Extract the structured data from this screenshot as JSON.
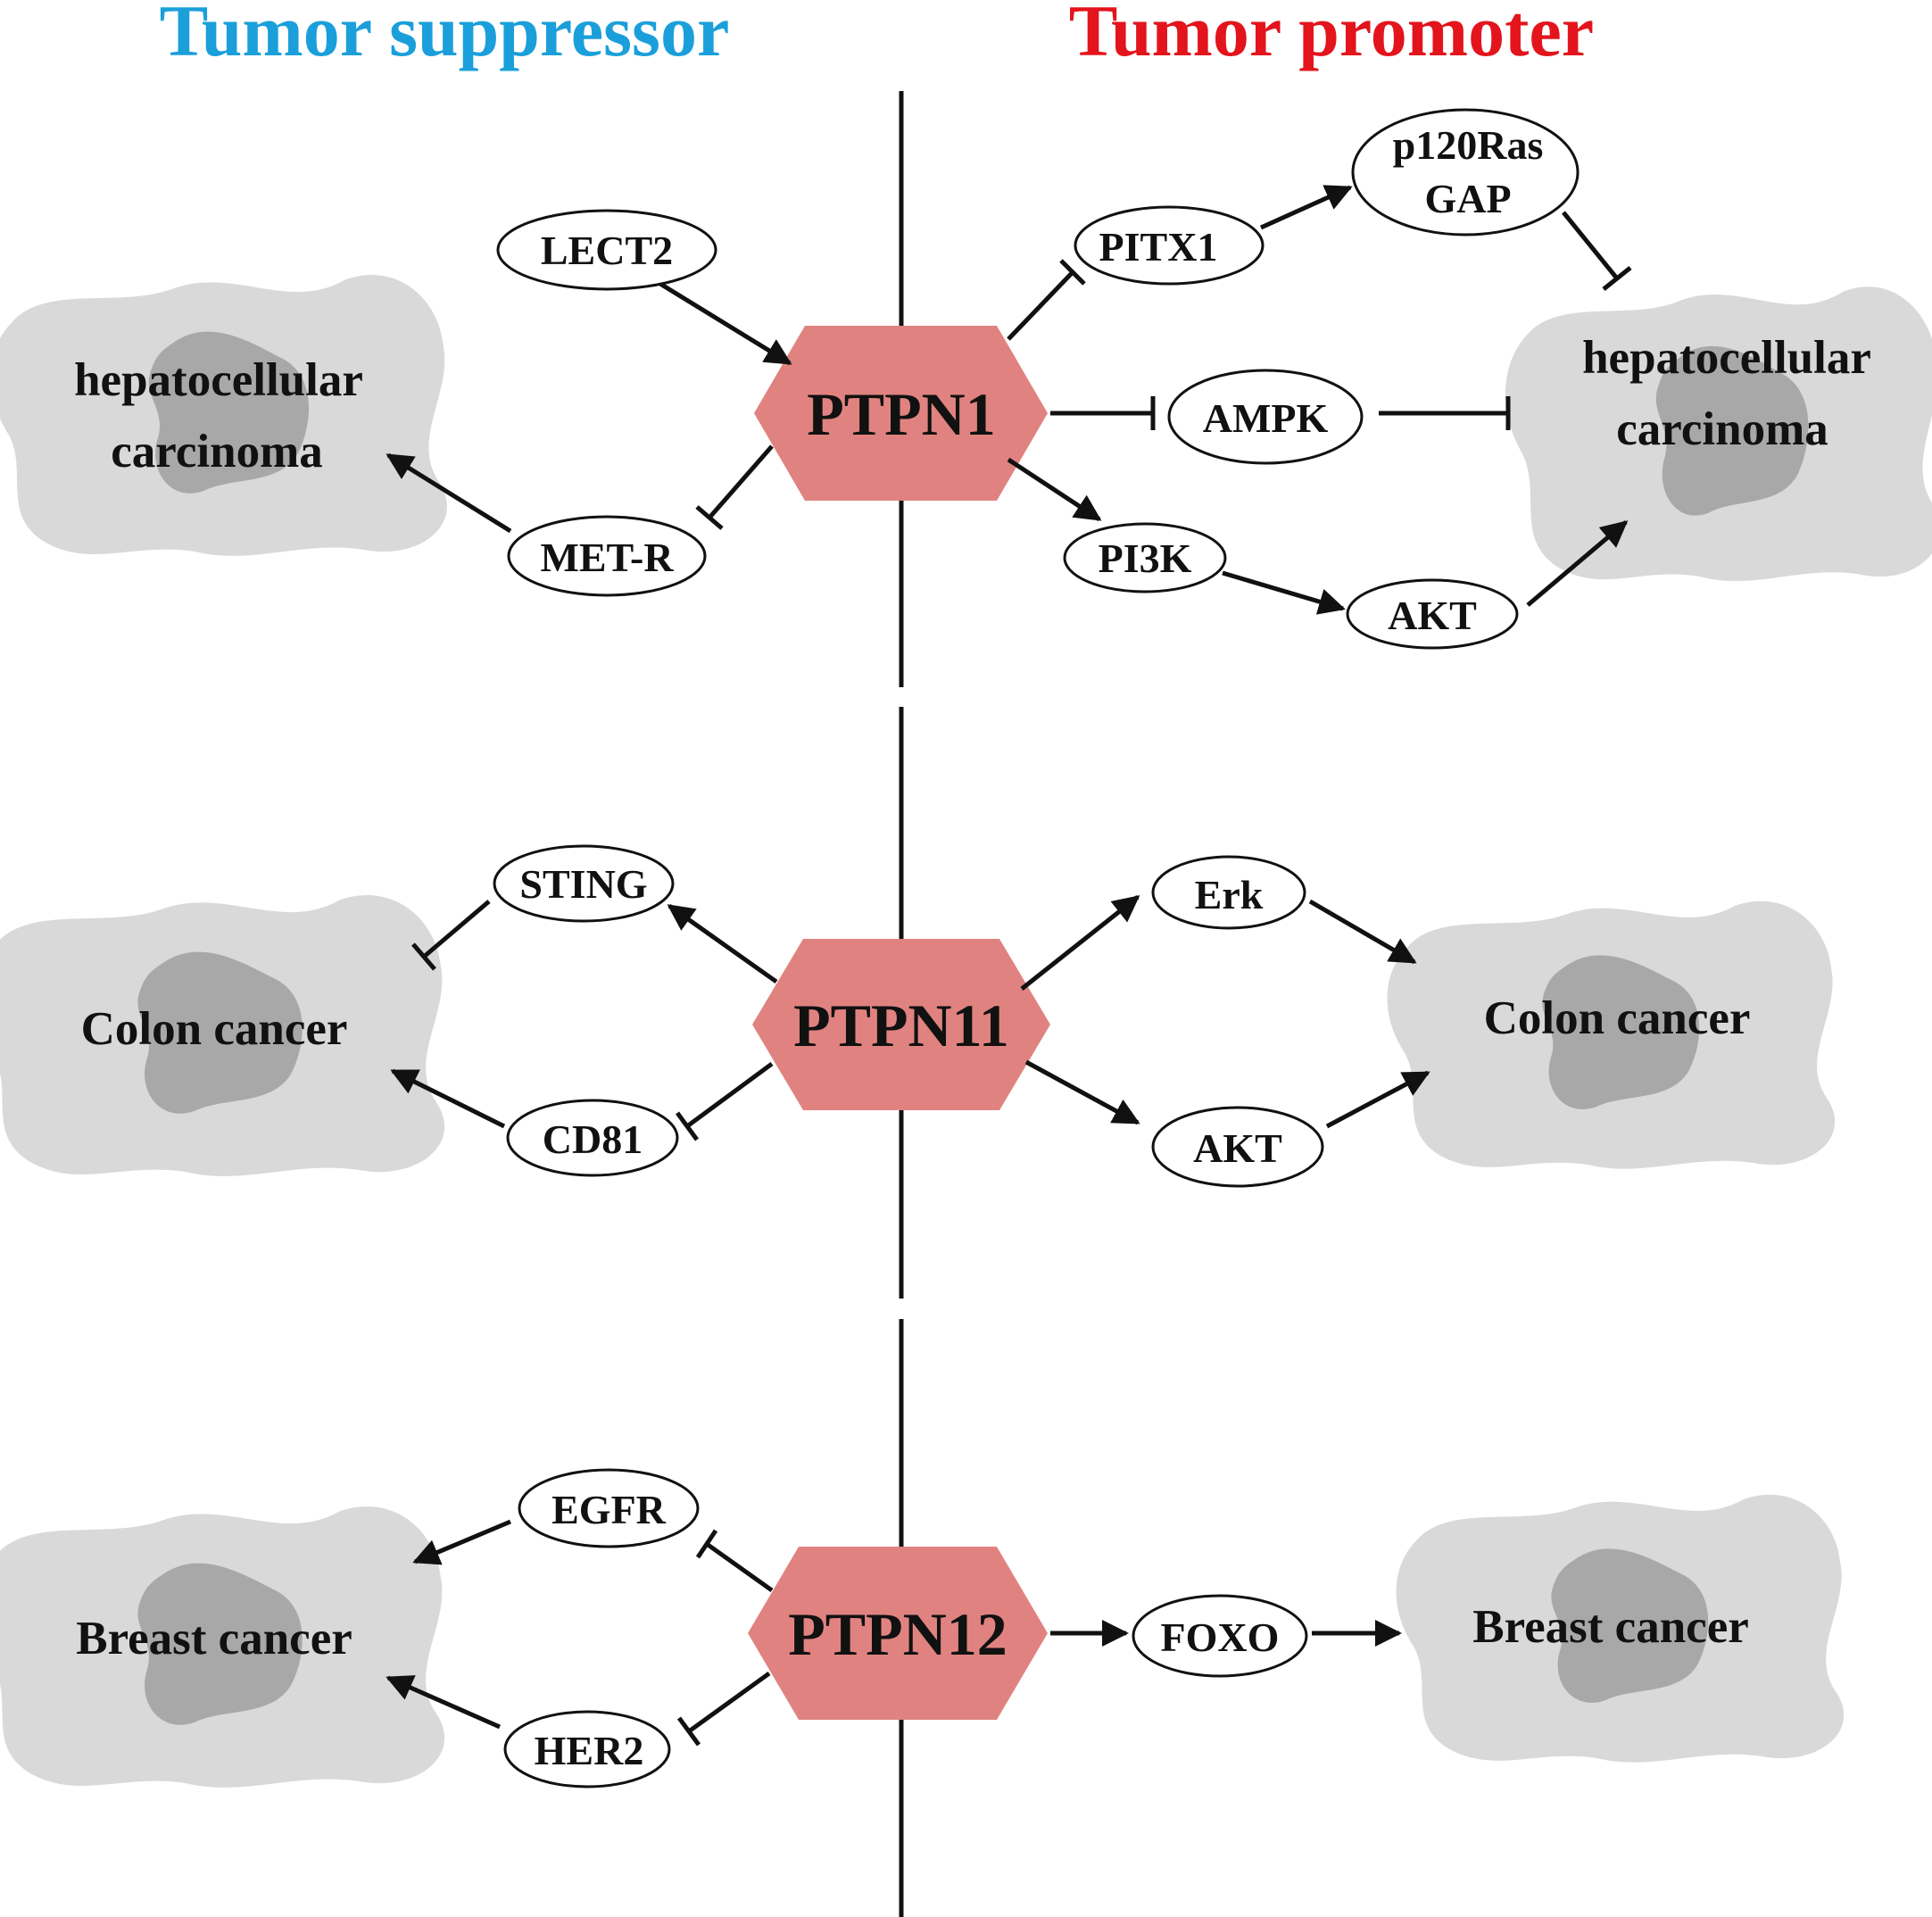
{
  "headers": {
    "suppressor": "Tumor suppressor",
    "promoter": "Tumor promoter",
    "suppressor_color": "#1a9fdb",
    "promoter_color": "#e3141c"
  },
  "colors": {
    "hexagon": "#e08380",
    "cell": "#d9d9d9",
    "nucleus": "#a8a8a8"
  },
  "hubs": {
    "ptpn1": "PTPN1",
    "ptpn11": "PTPN11",
    "ptpn12": "PTPN12"
  },
  "nodes": {
    "lect2": "LECT2",
    "met_r": "MET-R",
    "pitx1": "PITX1",
    "p120_line1": "p120Ras",
    "p120_line2": "GAP",
    "ampk": "AMPK",
    "pi3k": "PI3K",
    "akt1": "AKT",
    "sting": "STING",
    "cd81": "CD81",
    "erk": "Erk",
    "akt2": "AKT",
    "egfr": "EGFR",
    "her2": "HER2",
    "foxo": "FOXO"
  },
  "tumors": {
    "hcc_left": [
      "hepatocellular",
      "carcinoma"
    ],
    "hcc_right": [
      "hepatocellular",
      "carcinoma"
    ],
    "colon_left": "Colon cancer",
    "colon_right": "Colon cancer",
    "breast_left": "Breast cancer",
    "breast_right": "Breast cancer"
  }
}
